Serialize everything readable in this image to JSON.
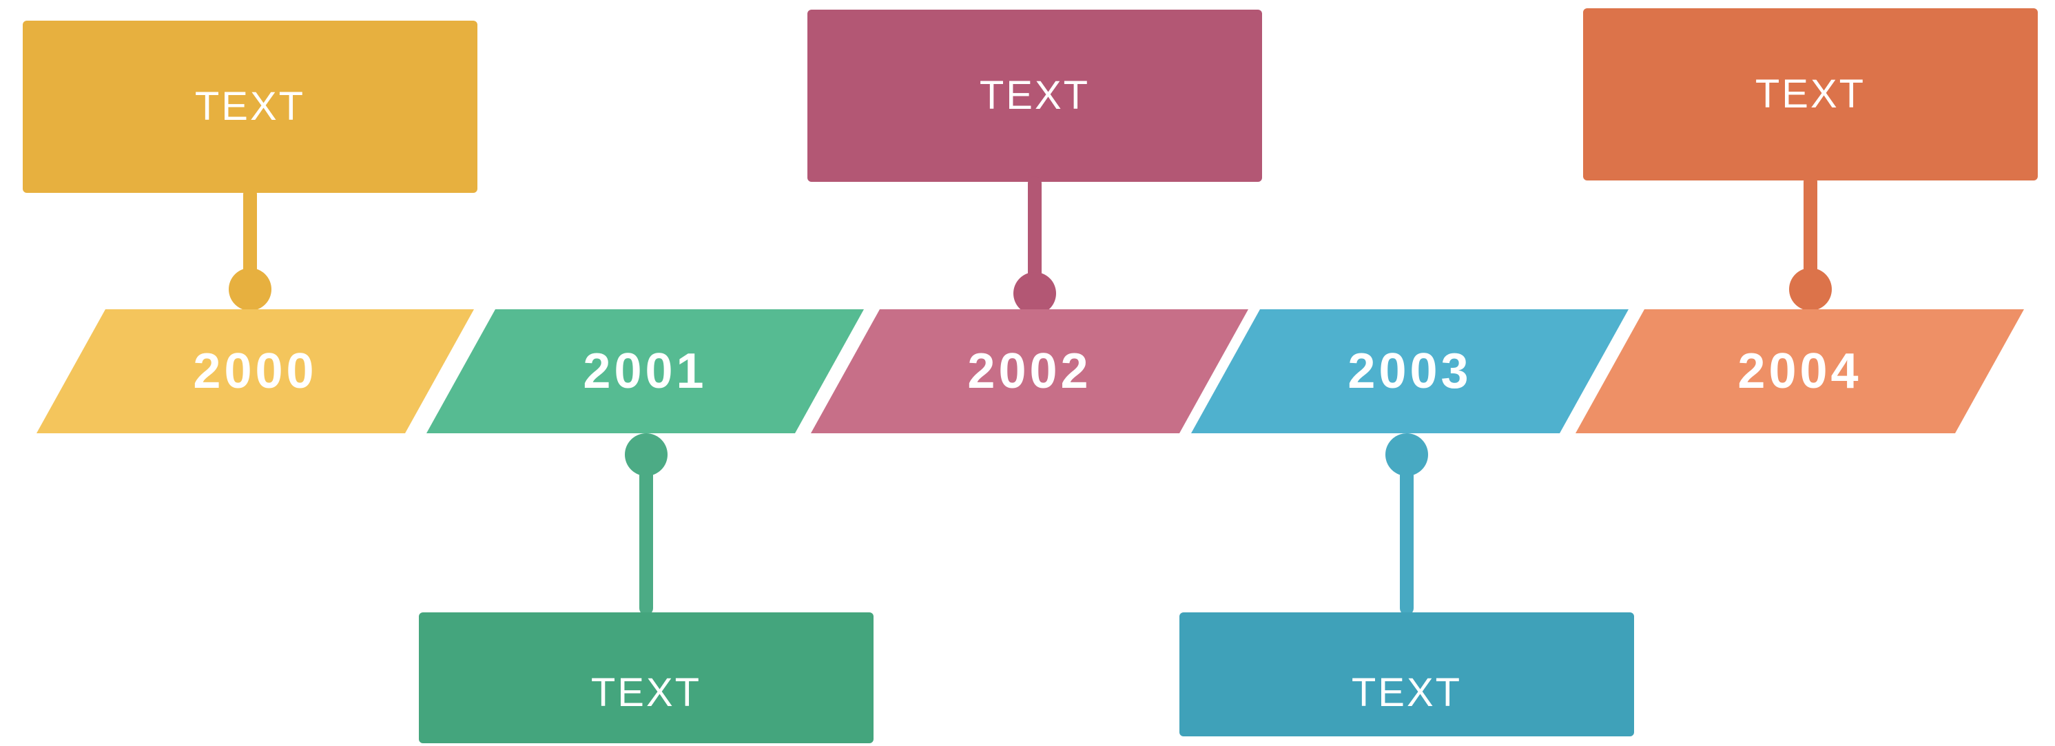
{
  "diagram": {
    "type": "timeline",
    "orientation": "horizontal",
    "background": "#ffffff",
    "text_color": "#ffffff",
    "items": [
      {
        "year": "2000",
        "label": "TEXT",
        "card_side": "above",
        "colors": {
          "band": "#f4c55c",
          "card": "#e7b03f",
          "connector": "#e7b03f"
        }
      },
      {
        "year": "2001",
        "label": "TEXT",
        "card_side": "below",
        "colors": {
          "band": "#56bb92",
          "card": "#44a57d",
          "connector": "#4cab85"
        }
      },
      {
        "year": "2002",
        "label": "TEXT",
        "card_side": "above",
        "colors": {
          "band": "#c76f88",
          "card": "#b35774",
          "connector": "#b35774"
        }
      },
      {
        "year": "2003",
        "label": "TEXT",
        "card_side": "below",
        "colors": {
          "band": "#4fb1ce",
          "card": "#3fa1b9",
          "connector": "#47a9c2"
        }
      },
      {
        "year": "2004",
        "label": "TEXT",
        "card_side": "above",
        "colors": {
          "band": "#ee9066",
          "card": "#dc734a",
          "connector": "#dc734a"
        }
      }
    ]
  }
}
